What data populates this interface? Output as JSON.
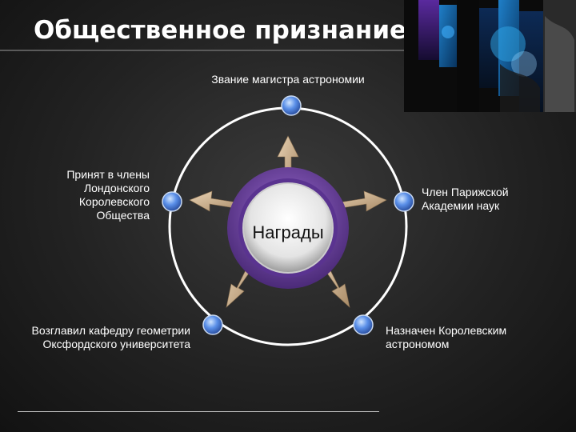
{
  "slide": {
    "title": "Общественное признание"
  },
  "diagram": {
    "center_label": "Награды",
    "nodes": {
      "top": "Звание магистра астрономии",
      "left_top": "Принят в члены Лондонского Королевского Общества",
      "right_top": "Член Парижской Академии наук",
      "left_bottom": "Возглавил кафедру геометрии Оксфордского университета",
      "right_bottom": "Назначен Королевским астрономом"
    },
    "left_top_lines": [
      "Принят в члены",
      "Лондонского",
      "Королевского",
      "Общества"
    ],
    "right_top_lines": [
      "Член Парижской",
      "Академии наук"
    ],
    "left_bottom_lines": [
      "Возглавил кафедру геометрии",
      "Оксфордского университета"
    ],
    "right_bottom_lines": [
      "Назначен Королевским",
      "астрономом"
    ]
  },
  "colors": {
    "ring": "#7a4aa8",
    "node": "#4a78d8",
    "arrow": "#c9ad8a",
    "orbit": "#ffffff"
  }
}
